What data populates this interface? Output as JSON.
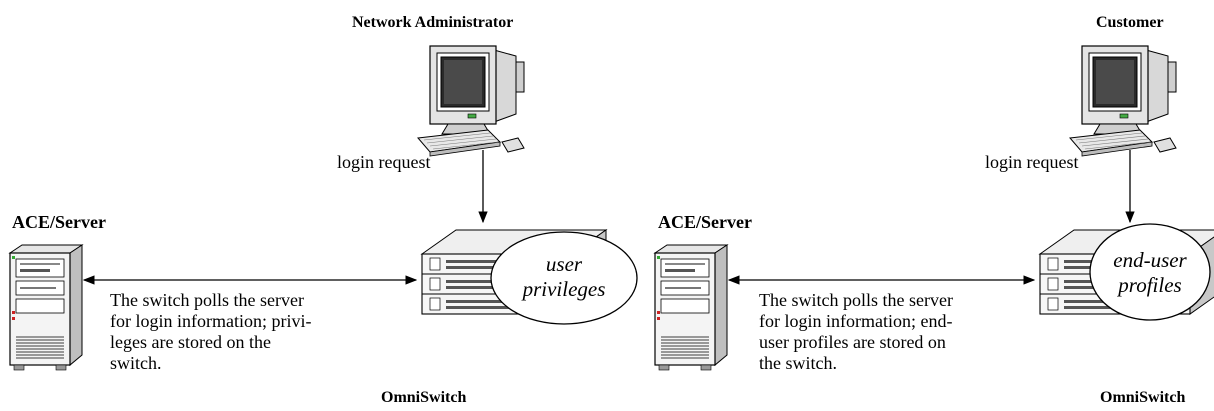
{
  "left_panel": {
    "pc_title": "Network Administrator",
    "login_label": "login request",
    "server_title": "ACE/Server",
    "switch_title": "OmniSwitch",
    "bubble_lines": [
      "user",
      "privileges"
    ],
    "note_lines": [
      "The switch polls the server",
      "for login information; privi-",
      "leges are stored on the",
      "switch."
    ]
  },
  "right_panel": {
    "pc_title": "Customer",
    "login_label": "login request",
    "server_title": "ACE/Server",
    "switch_title": "OmniSwitch",
    "bubble_lines": [
      "end-user",
      "profiles"
    ],
    "note_lines": [
      "The switch polls the server",
      "for login information; end-",
      "user profiles are stored on",
      "the switch."
    ]
  },
  "icons": [
    "computer-icon",
    "server-tower-icon",
    "network-switch-icon"
  ]
}
